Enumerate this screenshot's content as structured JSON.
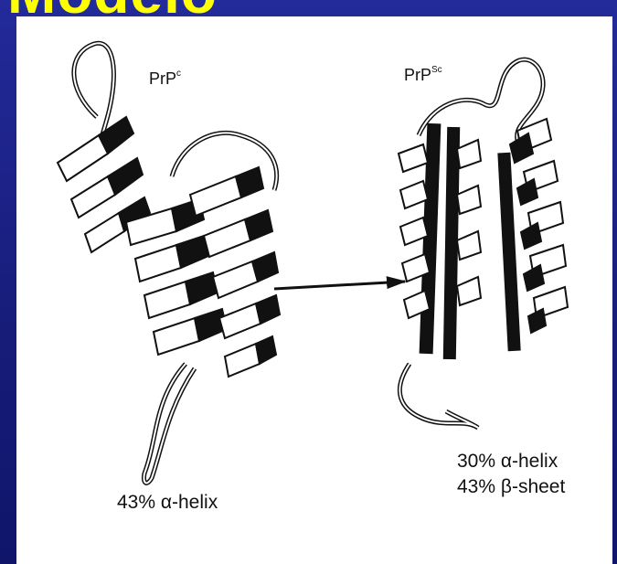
{
  "slide": {
    "title": "Modelo",
    "title_color": "#ffff00",
    "background_color": "#1a1f7a"
  },
  "diagram": {
    "left_protein": {
      "name_base": "PrP",
      "name_superscript": "c",
      "composition": "43% α-helix"
    },
    "right_protein": {
      "name_base": "PrP",
      "name_superscript": "Sc",
      "composition_line1": "30% α-helix",
      "composition_line2": "43% β-sheet"
    },
    "transition_arrow": "arrow-right-icon"
  }
}
